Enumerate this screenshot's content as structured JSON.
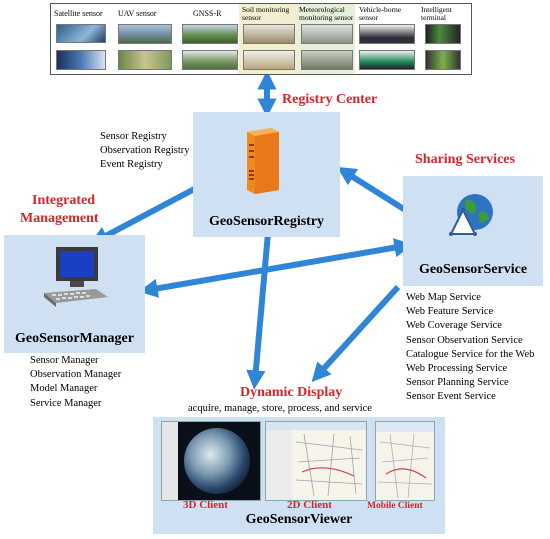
{
  "sensors": {
    "items": [
      {
        "label": "Satellite sensor"
      },
      {
        "label": "UAV sensor"
      },
      {
        "label": "GNSS-R"
      },
      {
        "label": "Soil monitoring sensor"
      },
      {
        "label": "Meteorological monitoring sensor"
      },
      {
        "label": "Vehicle-borne sensor"
      },
      {
        "label": "Intelligent terminal"
      }
    ]
  },
  "registry": {
    "heading": "Registry Center",
    "name": "GeoSensorRegistry",
    "items": [
      "Sensor Registry",
      "Observation Registry",
      "Event Registry"
    ]
  },
  "sharing": {
    "heading": "Sharing Services",
    "name": "GeoSensorService",
    "items": [
      "Web Map Service",
      "Web Feature Service",
      "Web Coverage Service",
      "Sensor Observation Service",
      "Catalogue Service for the Web",
      "Web Processing Service",
      "Sensor Planning Service",
      "Sensor Event Service"
    ]
  },
  "management": {
    "heading_line1": "Integrated",
    "heading_line2": "Management",
    "name": "GeoSensorManager",
    "items": [
      "Sensor Manager",
      "Observation Manager",
      "Model Manager",
      "Service Manager"
    ]
  },
  "display": {
    "heading": "Dynamic Display",
    "subtitle": "acquire, manage, store, process, and service",
    "name": "GeoSensorViewer",
    "clients": [
      {
        "label": "3D Client"
      },
      {
        "label": "2D Client"
      },
      {
        "label": "Mobile Client"
      }
    ]
  },
  "colors": {
    "panel": "#cfe0f2",
    "arrow": "#2f86d6",
    "heading": "#d9232a"
  }
}
